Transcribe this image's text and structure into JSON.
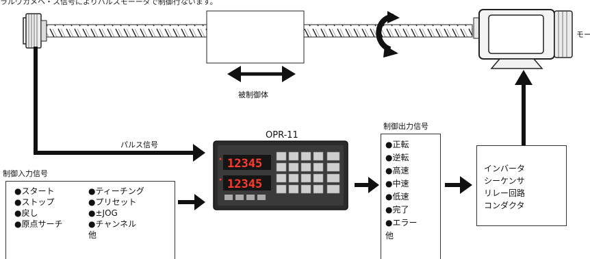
{
  "header_text": "ラルヴカメヘ・ス信号によりハルスモーーダで制御行ないます。",
  "motor": {
    "label": "モータ"
  },
  "controlled_body": {
    "label": "被制御体"
  },
  "pulse": {
    "label": "パルス信号"
  },
  "controller": {
    "model": "OPR-11",
    "display_top": "12345",
    "display_bottom": "12345"
  },
  "control_input": {
    "title": "制御入力信号",
    "col1": [
      "●スタート",
      "●ストップ",
      "●戻し",
      "●原点サーチ"
    ],
    "col2": [
      "●ティーチング",
      "●プリセット",
      "●±JOG",
      "●チャンネル"
    ],
    "other": "他"
  },
  "control_output": {
    "title": "制御出力信号",
    "items": [
      "●正転",
      "●逆転",
      "●高速",
      "●中速",
      "●低速",
      "●完了",
      "●エラー"
    ],
    "other": "他"
  },
  "devices": {
    "items": [
      "インバータ",
      "シーケンサ",
      "リレー回路",
      "コンダクタ"
    ]
  },
  "colors": {
    "line": "#111111",
    "outline": "#333333",
    "led": "#ff3b2e",
    "panel": "#2b2b2b"
  }
}
